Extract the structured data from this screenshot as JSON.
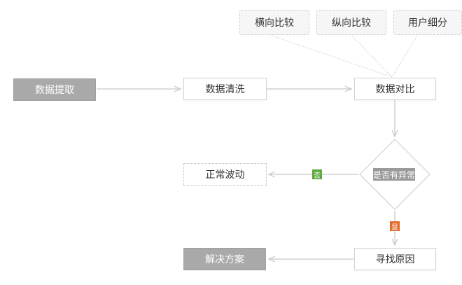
{
  "nodes": {
    "extract": "数据提取",
    "clean": "数据清洗",
    "compare": "数据对比",
    "decision": "是否有异常",
    "normal": "正常波动",
    "find_cause": "寻找原因",
    "solution": "解决方案"
  },
  "dimensions": {
    "horizontal": "横向比较",
    "vertical": "纵向比较",
    "segment": "用户细分"
  },
  "branches": {
    "no": "否",
    "yes": "是"
  },
  "colors": {
    "gray_node": "#a9a9a9",
    "no_badge": "#5aa83b",
    "yes_badge": "#e06a2c",
    "connector": "#d0d0d0"
  }
}
